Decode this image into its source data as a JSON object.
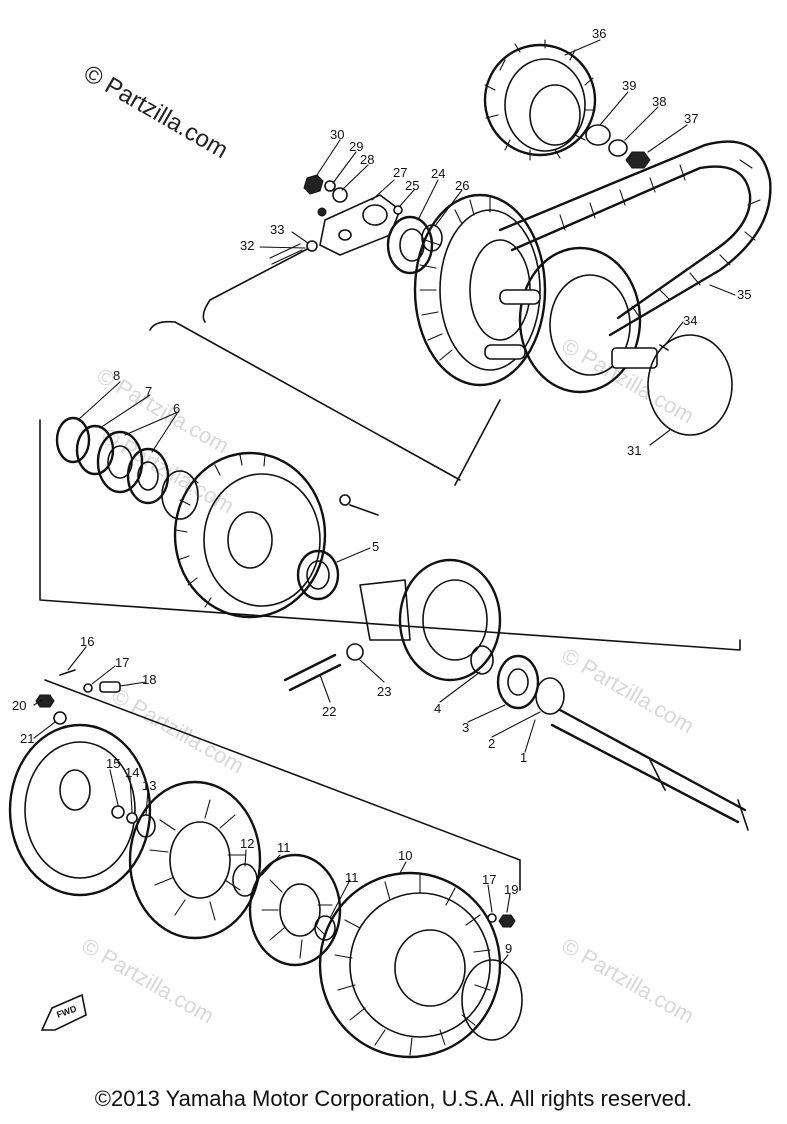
{
  "watermark": {
    "main": "© Partzilla.com",
    "faded": "© Partzilla.com"
  },
  "fwd_label": "FWD",
  "callouts": [
    "1",
    "2",
    "3",
    "4",
    "5",
    "6",
    "7",
    "8",
    "9",
    "10",
    "11",
    "11",
    "12",
    "13",
    "14",
    "15",
    "16",
    "17",
    "17",
    "18",
    "19",
    "20",
    "21",
    "22",
    "23",
    "24",
    "25",
    "26",
    "27",
    "28",
    "29",
    "30",
    "31",
    "32",
    "33",
    "34",
    "35",
    "36",
    "37",
    "38",
    "39"
  ],
  "copyright": "©2013  Yamaha Motor Corporation, U.S.A. All rights reserved."
}
